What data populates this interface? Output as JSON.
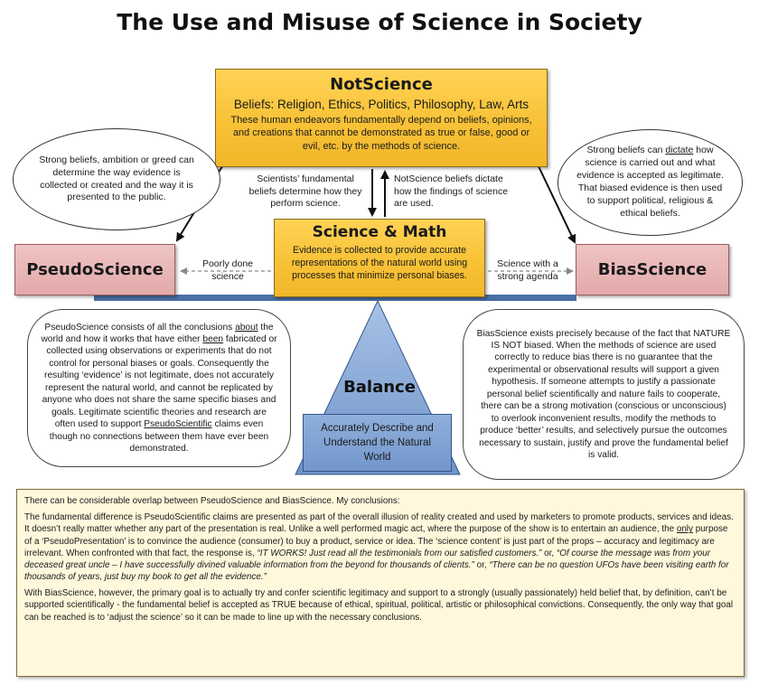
{
  "title": "The Use and Misuse of Science in Society",
  "notscience": {
    "title": "NotScience",
    "beliefs": "Beliefs: Religion, Ethics, Politics, Philosophy, Law, Arts",
    "body": "These human endeavors fundamentally depend on beliefs, opinions, and creations that cannot be demonstrated as true or false, good or evil, etc. by the methods of science."
  },
  "science": {
    "title": "Science & Math",
    "body": "Evidence is collected to provide accurate representations of the natural world using processes that minimize personal biases."
  },
  "pseudoscience": {
    "title": "PseudoScience"
  },
  "biasscience": {
    "title": "BiasScience"
  },
  "arrow_labels": {
    "fundamental": "Scientists’ fundamental beliefs determine how they perform science.",
    "dictate": "NotScience beliefs dictate how the findings of science are used.",
    "poorly_done": "Poorly done science",
    "strong_agenda": "Science with a strong agenda"
  },
  "oval_left": "Strong beliefs, ambition or greed can determine the way evidence is collected or created and the way it is presented to the public.",
  "oval_right": {
    "pre": "Strong beliefs can ",
    "underlined": "dictate",
    "post": " how science is carried out and what evidence is accepted as legitimate.  That biased evidence is then used to support political, religious & ethical beliefs."
  },
  "pseudo_desc": {
    "p1": "PseudoScience consists of all the conclusions ",
    "p1u": "about",
    "p2": " the world and how it works that have either ",
    "p2u": "been",
    "p3": " fabricated or collected using observations or experiments that do not control for personal biases or goals.  Consequently the resulting ‘evidence’ is not legitimate, does not accurately represent the natural world, and cannot be replicated by anyone who does not share the same specific biases and goals.  Legitimate scientific theories and research are often used to support ",
    "p3u": "PseudoScientific",
    "p4": " claims even though no connections between them have ever been demonstrated."
  },
  "bias_desc": "BiasScience exists precisely because of the fact that NATURE IS NOT biased.  When the methods of science are used correctly to reduce bias there is no guarantee that the experimental or observational results will support a given hypothesis.  If someone attempts to justify a passionate personal belief scientifically and nature fails to cooperate, there can be a strong motivation (conscious or unconscious) to overlook inconvenient results, modify the methods to produce ‘better’ results, and selectively pursue the outcomes necessary to sustain, justify and prove the fundamental belief is valid.",
  "balance": {
    "title": "Balance",
    "subtitle": "Accurately Describe and Understand the Natural World"
  },
  "conclusions": {
    "intro": "There can be considerable overlap between PseudoScience and BiasScience.  My conclusions:",
    "p1a": "The fundamental difference is PseudoScientific claims are presented as part of the overall illusion of reality created and used by marketers to promote products, services and ideas.  It doesn’t really matter whether any part of the presentation is real.  Unlike a well performed magic act, where the purpose of the show is to entertain an audience, the ",
    "p1u": "only",
    "p1b": " purpose of a ‘PseudoPresentation’ is to convince the audience (consumer) to buy a product, service or idea.  The ‘science content’ is just part of the props – accuracy and legitimacy are irrelevant.  When confronted with that fact, the response is, ",
    "q1": "“IT WORKS! Just read all the testimonials from our satisfied customers.”",
    "or1": " or, ",
    "q2": "“Of course the message was from your deceased great uncle – I have successfully divined valuable information from the beyond for thousands of clients.”",
    "or2": " or, ",
    "q3": "“There can be no question UFOs have been visiting earth for thousands of years, just buy my book to get all the evidence.”",
    "p2": "With BiasScience, however, the primary goal is to actually try and confer scientific legitimacy and support to a strongly (usually passionately) held belief that, by definition, can’t be supported scientifically - the fundamental belief is accepted as TRUE because of ethical, spiritual, political, artistic or philosophical convictions.  Consequently, the only way that goal can be reached is to ‘adjust the science’ so it can be made to line up with the necessary conclusions."
  },
  "colors": {
    "gold": "#f8c237",
    "pink": "#e3a9a9",
    "balance_blue": "#7396cc",
    "beam_blue": "#4a6fa5",
    "note_bg": "#fff8dc"
  }
}
